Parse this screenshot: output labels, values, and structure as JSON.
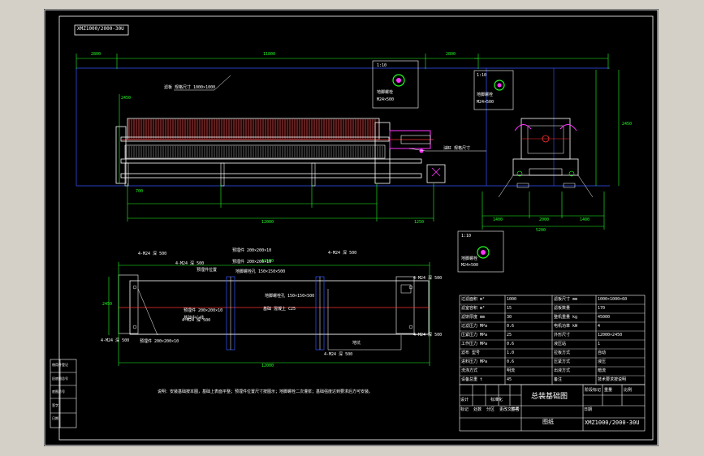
{
  "drawing": {
    "tag": "XMZ1000/2000-30U",
    "sheet_title": "总装基础图",
    "part_no": "XMZ1000/2000-30U",
    "sheet_label": "图纸",
    "bottom_note": "说明：安装基础按本图，基础上表面平整；预埋件位置尺寸按图示；地脚螺栓二次灌浆；基础强度达到要求后方可安装。",
    "colors": {
      "line": "#ffffff",
      "dim": "#22ff22",
      "center": "#ff3333",
      "plates": "#ff6666",
      "blue": "#3355ff",
      "hydraulic": "#ff33ff",
      "background": "#000000",
      "frame": "#d4d0c8"
    }
  },
  "dims": {
    "top_left": "2800",
    "top_mid": "11800",
    "top_right": "2800",
    "height": "2450",
    "left": "700",
    "bottom": "12000",
    "side": "1250",
    "side_left": "1400",
    "side_mid": "2000",
    "side_right": "1400",
    "side_total": "5200",
    "side_height": "2450"
  },
  "leaders": {
    "plates": "滤板 规格尺寸 1000×1000",
    "cylinder": "油缸 规格尺寸"
  },
  "details": {
    "a": [
      "1:10",
      "地脚螺栓",
      "M24×500"
    ],
    "b": [
      "1:10",
      "地脚螺栓",
      "M24×500"
    ],
    "c": [
      "1:10",
      "地脚螺栓",
      "M24×500"
    ]
  },
  "plan": {
    "dim_top": "11500",
    "dim_bottom": "12000",
    "dim_left": "2450",
    "side_note": "预埋件位置",
    "labels": [
      "预埋件 200×200×10",
      "预埋件 200×200×10",
      "地脚螺栓孔 150×150×500",
      "地脚螺栓孔 150×150×500",
      "预埋件 200×200×10",
      "预埋件 200×200×10"
    ],
    "mid_labels": [
      "基础 混凝土 C25",
      "基础中心线",
      "地坑"
    ],
    "leader_pairs": [
      "4-M24 深 500",
      "4-M24 深 500",
      "4-M24 深 500",
      "4-M24 深 500",
      "4-M24 深 500",
      "4-M24 深 500",
      "4-M24 深 500",
      "4-M24 深 500"
    ]
  },
  "specs": [
    [
      "过滤面积 m²",
      "1000",
      "滤板尺寸 mm",
      "1000×1000×60"
    ],
    [
      "滤室容积 m³",
      "15",
      "滤板数量",
      "170"
    ],
    [
      "滤饼厚度 mm",
      "30",
      "整机重量 kg",
      "45000"
    ],
    [
      "过滤压力 MPa",
      "0.6",
      "电机功率 kW",
      "4"
    ],
    [
      "压紧压力 MPa",
      "25",
      "外形尺寸",
      "12000×2450"
    ],
    [
      "工作压力 MPa",
      "0.6",
      "液压站",
      "1"
    ],
    [
      "滤布 型号",
      "1.0",
      "拉板方式",
      "自动"
    ],
    [
      "进料压力 MPa",
      "0.6",
      "压紧方式",
      "液压"
    ],
    [
      "洗涤方式",
      "明流",
      "出液方式",
      "暗流"
    ],
    [
      "设备总重 t",
      "45",
      "备注",
      "技术要求按说明"
    ]
  ],
  "title_block": {
    "row1": [
      "标记",
      "处数",
      "分区",
      "更改文件号",
      "签名",
      "日期"
    ],
    "row2": [
      "设计",
      "标准化",
      "",
      "阶段标记",
      "重量",
      "比例"
    ],
    "left_tabs": [
      "借用件登记",
      "旧底图总号",
      "底图总号",
      "签字",
      "日期"
    ],
    "top_tag": "XMZ1000/2000-30U"
  }
}
